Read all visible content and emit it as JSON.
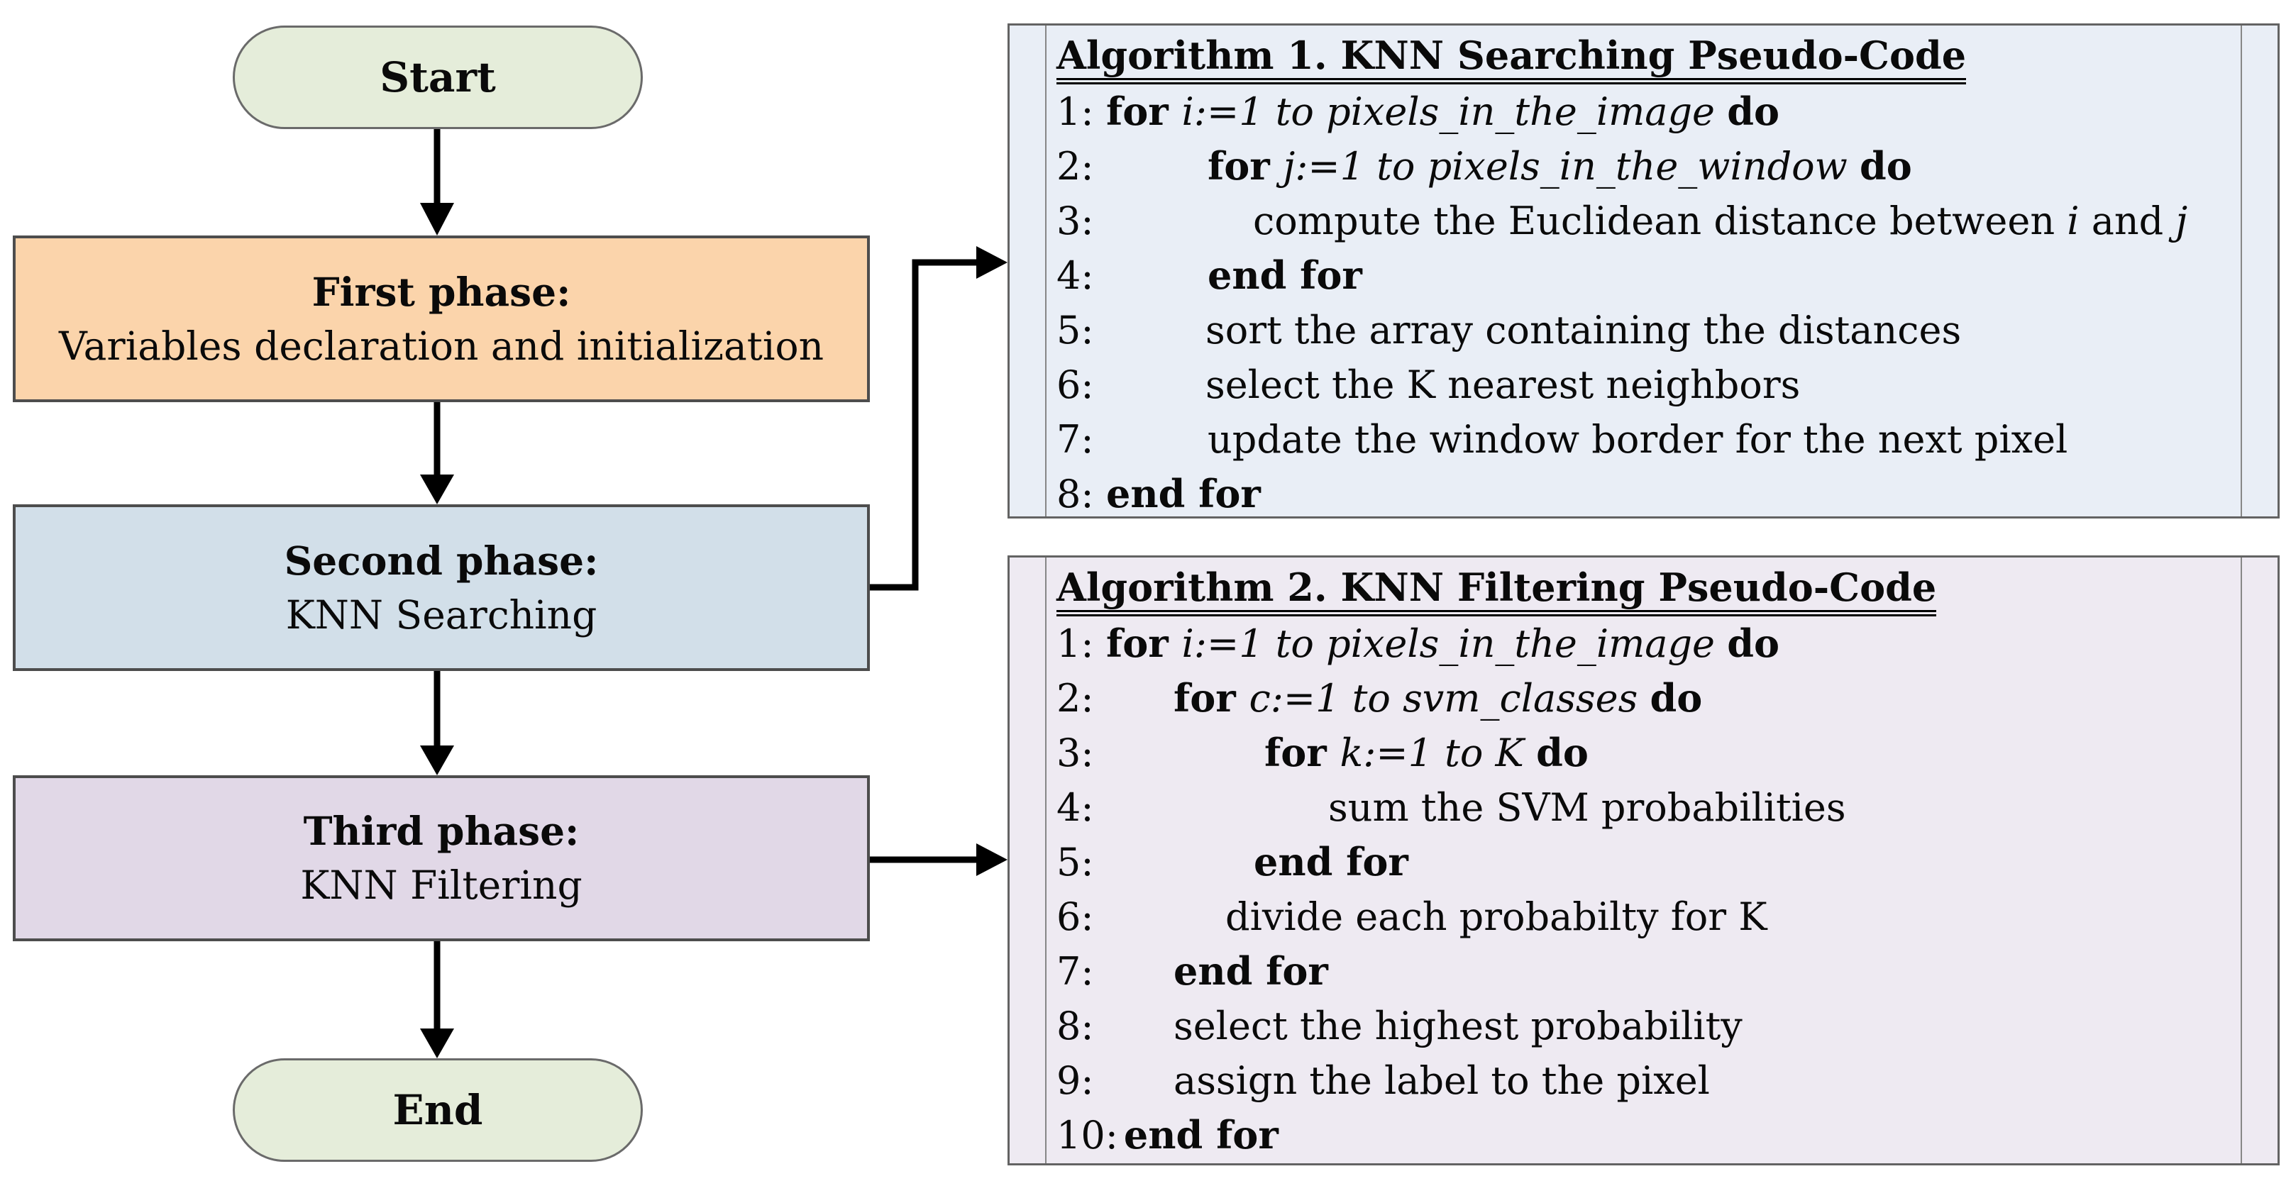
{
  "figure": {
    "description": "Flowchart of a three-phase KNN process with two pseudo-code listings"
  },
  "flowchart": {
    "start_label": "Start",
    "end_label": "End",
    "terminal_fill": "#e5edda",
    "phases": [
      {
        "title": "First phase:",
        "subtitle": "Variables declaration and initialization",
        "fill": "#fbd4ab"
      },
      {
        "title": "Second phase:",
        "subtitle": "KNN Searching",
        "fill": "#d2dfe9"
      },
      {
        "title": "Third phase:",
        "subtitle": "KNN Filtering",
        "fill": "#e1d8e7"
      }
    ],
    "arrow_color": "#000000"
  },
  "algorithms": [
    {
      "title": "Algorithm 1. KNN Searching Pseudo-Code",
      "fill": "#e9eef6",
      "lines": [
        {
          "num": "1:",
          "indent": 0,
          "parts": [
            {
              "t": "for ",
              "s": "kw"
            },
            {
              "t": "i:=1 to pixels_in_the_image ",
              "s": "var"
            },
            {
              "t": "do",
              "s": "kw"
            }
          ]
        },
        {
          "num": "2:",
          "indent": 143,
          "parts": [
            {
              "t": "for ",
              "s": "kw"
            },
            {
              "t": "j:=1 to pixels_in_the_window ",
              "s": "var"
            },
            {
              "t": "do",
              "s": "kw"
            }
          ]
        },
        {
          "num": "3:",
          "indent": 207,
          "parts": [
            {
              "t": "compute the Euclidean distance between ",
              "s": "txt"
            },
            {
              "t": "i",
              "s": "var"
            },
            {
              "t": " and ",
              "s": "txt"
            },
            {
              "t": "j",
              "s": "var"
            }
          ]
        },
        {
          "num": "4:",
          "indent": 143,
          "parts": [
            {
              "t": "end for",
              "s": "kw"
            }
          ]
        },
        {
          "num": "5:",
          "indent": 140,
          "parts": [
            {
              "t": "sort the array containing the distances",
              "s": "txt"
            }
          ]
        },
        {
          "num": "6:",
          "indent": 140,
          "parts": [
            {
              "t": "select the K nearest neighbors",
              "s": "txt"
            }
          ]
        },
        {
          "num": "7:",
          "indent": 143,
          "parts": [
            {
              "t": "update the window border for the next pixel",
              "s": "txt"
            }
          ]
        },
        {
          "num": "8:",
          "indent": 0,
          "parts": [
            {
              "t": "end for",
              "s": "kw"
            }
          ]
        }
      ]
    },
    {
      "title": "Algorithm 2. KNN Filtering Pseudo-Code",
      "fill": "#eeeaf2",
      "lines": [
        {
          "num": "1:",
          "indent": 0,
          "parts": [
            {
              "t": "for ",
              "s": "kw"
            },
            {
              "t": "i:=1 to pixels_in_the_image ",
              "s": "var"
            },
            {
              "t": "do",
              "s": "kw"
            }
          ]
        },
        {
          "num": "2:",
          "indent": 95,
          "parts": [
            {
              "t": "for ",
              "s": "kw"
            },
            {
              "t": "c:=1 to svm_classes ",
              "s": "var"
            },
            {
              "t": "do",
              "s": "kw"
            }
          ]
        },
        {
          "num": "3:",
          "indent": 223,
          "parts": [
            {
              "t": "for ",
              "s": "kw"
            },
            {
              "t": "k:=1 to K ",
              "s": "var"
            },
            {
              "t": "do",
              "s": "kw"
            }
          ]
        },
        {
          "num": "4:",
          "indent": 313,
          "parts": [
            {
              "t": "sum the SVM probabilities",
              "s": "txt"
            }
          ]
        },
        {
          "num": "5:",
          "indent": 208,
          "parts": [
            {
              "t": "end for",
              "s": "kw"
            }
          ]
        },
        {
          "num": "6:",
          "indent": 168,
          "parts": [
            {
              "t": "divide each probabilty for K",
              "s": "txt"
            }
          ]
        },
        {
          "num": "7:",
          "indent": 95,
          "parts": [
            {
              "t": "end for",
              "s": "kw"
            }
          ]
        },
        {
          "num": "8:",
          "indent": 95,
          "parts": [
            {
              "t": "select the highest probability",
              "s": "txt"
            }
          ]
        },
        {
          "num": "9:",
          "indent": 95,
          "parts": [
            {
              "t": "assign the label to the pixel",
              "s": "txt"
            }
          ]
        },
        {
          "num": "10:",
          "indent": 0,
          "parts": [
            {
              "t": "end for",
              "s": "kw"
            }
          ]
        }
      ]
    }
  ]
}
